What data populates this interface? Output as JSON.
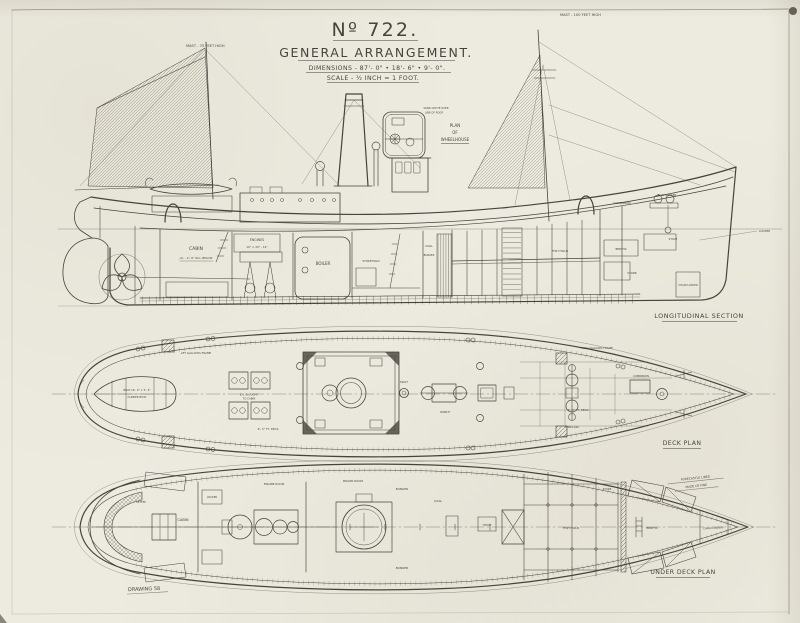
{
  "sheet": {
    "paper_color": "#EDEBE0",
    "ink_color": "#46433B"
  },
  "title_block": {
    "number": "Nº 722.",
    "title": "GENERAL ARRANGEMENT.",
    "dimensions": "DIMENSIONS - 87'- 0\" • 18'- 6\" • 9'- 0\".",
    "scale": "SCALE - ½ INCH = 1 FOOT."
  },
  "longitudinal_section": {
    "label": "LONGITUDINAL SECTION",
    "aft_mast_note": "MAST - 75 FEET HIGH",
    "fore_mast_note": "MAST - 100 FEET HIGH",
    "wheelhouse_plan_l1": "PLAN",
    "wheelhouse_plan_l2": "OF",
    "wheelhouse_plan_l3": "WHEELHOUSE",
    "wheelhouse_note_l1": "WIND CHUTE OVER",
    "wheelhouse_note_l2": "LINE OF ROOF",
    "cabin": "CABIN",
    "cabin_note": "J.K. - 2'- 6\" W.C. BELOW",
    "engines_l1": "ENGINES",
    "engines_l2": "10\" × 20\" - 14\"",
    "boiler": "BOILER",
    "stokehold": "STOKEHOLD",
    "coal": "COAL",
    "bunker": "BUNKER",
    "fish_hold": "FISH HOLD",
    "companion": "COMPANION",
    "bow_roller": "BOW ROLLER",
    "berths": "BERTHS",
    "stove": "STOVE",
    "store": "STORE",
    "locker": "LOCKER",
    "chain_locker": "CHAIN LOCKER"
  },
  "deck_plan": {
    "label": "DECK PLAN",
    "boat_l1": "BOAT 16'- 0\" × 5'- 6\"",
    "boat_l2": "CLINKER BUILT",
    "aft_gallows": "AFT GALLOWS FRAME",
    "fwd_gallows": "FWD GALLOWS FRAME",
    "er_skylight_l1": "E.R. SKYLIGHT",
    "er_skylight_l2": "TO CABIN",
    "mast": "MAST",
    "winch": "WINCH",
    "windlass": "WINDLASS",
    "companion": "COMPANION",
    "deck_note_aft": "6'- 5\" FT. DECK",
    "deck_note_fwd": "6'- 5\" FT. DECK"
  },
  "under_deck_plan": {
    "label": "UNDER DECK PLAN",
    "settee": "SETTEE",
    "cabin": "CABIN",
    "lockers": "LOCKER",
    "engine_room": "ENGINE ROOM",
    "boiler_room": "BOILER ROOM",
    "bunker_fwd": "BUNKER",
    "bunker_aft": "BUNKER",
    "coal": "COAL",
    "hatch": "HATCH",
    "fish_hold": "FISH HOLD",
    "store": "STORE",
    "berths": "BERTHS",
    "chain_locker": "CHAIN LOCKER",
    "bow_note_l1": "FORECASTLE LINED",
    "bow_note_l2": "MADE OF PINE"
  },
  "footer": {
    "drawing_no": "DRAWING 58"
  }
}
